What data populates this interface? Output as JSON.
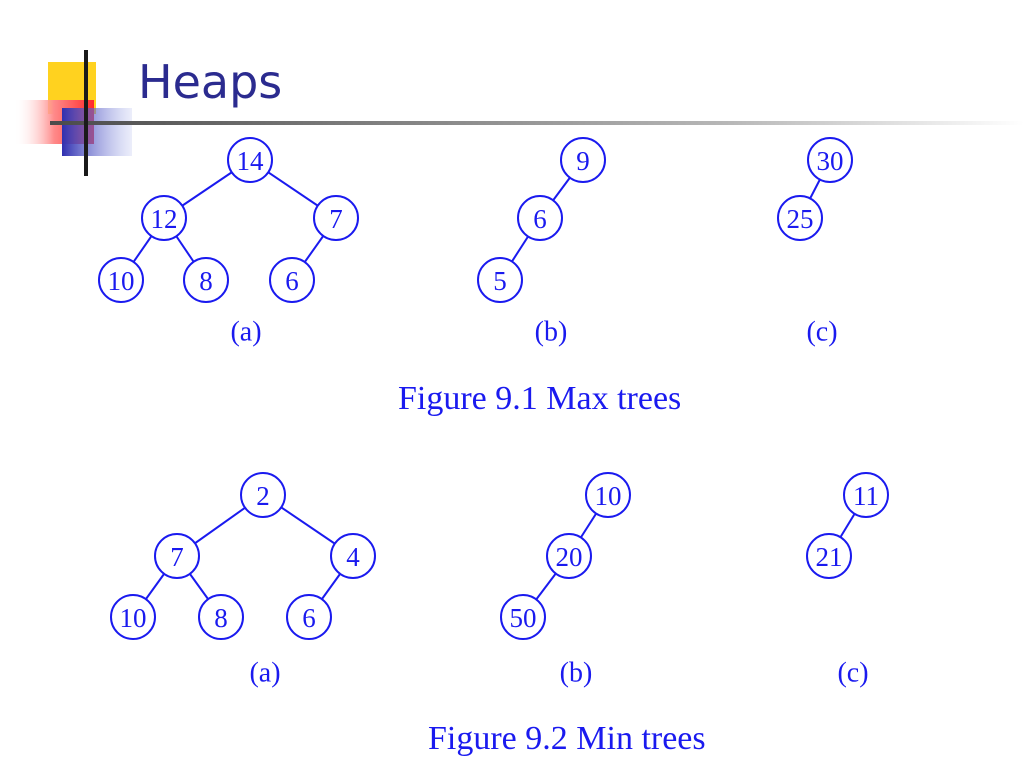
{
  "slide": {
    "title": "Heaps"
  },
  "figures": [
    {
      "id": "max",
      "caption": "Figure 9.1 Max trees",
      "trees": [
        {
          "label": "(a)",
          "nodes": [
            {
              "id": "a14",
              "value": "14"
            },
            {
              "id": "a12",
              "value": "12"
            },
            {
              "id": "a7",
              "value": "7"
            },
            {
              "id": "a10",
              "value": "10"
            },
            {
              "id": "a8",
              "value": "8"
            },
            {
              "id": "a6",
              "value": "6"
            }
          ],
          "edges": [
            [
              "a14",
              "a12"
            ],
            [
              "a14",
              "a7"
            ],
            [
              "a12",
              "a10"
            ],
            [
              "a12",
              "a8"
            ],
            [
              "a7",
              "a6"
            ]
          ]
        },
        {
          "label": "(b)",
          "nodes": [
            {
              "id": "b9",
              "value": "9"
            },
            {
              "id": "b6",
              "value": "6"
            },
            {
              "id": "b5",
              "value": "5"
            }
          ],
          "edges": [
            [
              "b9",
              "b6"
            ],
            [
              "b6",
              "b5"
            ]
          ]
        },
        {
          "label": "(c)",
          "nodes": [
            {
              "id": "c30",
              "value": "30"
            },
            {
              "id": "c25",
              "value": "25"
            }
          ],
          "edges": [
            [
              "c30",
              "c25"
            ]
          ]
        }
      ]
    },
    {
      "id": "min",
      "caption": "Figure 9.2 Min trees",
      "trees": [
        {
          "label": "(a)",
          "nodes": [
            {
              "id": "m2",
              "value": "2"
            },
            {
              "id": "m7",
              "value": "7"
            },
            {
              "id": "m4",
              "value": "4"
            },
            {
              "id": "m10",
              "value": "10"
            },
            {
              "id": "m8",
              "value": "8"
            },
            {
              "id": "m6",
              "value": "6"
            }
          ],
          "edges": [
            [
              "m2",
              "m7"
            ],
            [
              "m2",
              "m4"
            ],
            [
              "m7",
              "m10"
            ],
            [
              "m7",
              "m8"
            ],
            [
              "m4",
              "m6"
            ]
          ]
        },
        {
          "label": "(b)",
          "nodes": [
            {
              "id": "n10",
              "value": "10"
            },
            {
              "id": "n20",
              "value": "20"
            },
            {
              "id": "n50",
              "value": "50"
            }
          ],
          "edges": [
            [
              "n10",
              "n20"
            ],
            [
              "n20",
              "n50"
            ]
          ]
        },
        {
          "label": "(c)",
          "nodes": [
            {
              "id": "o11",
              "value": "11"
            },
            {
              "id": "o21",
              "value": "21"
            }
          ],
          "edges": [
            [
              "o11",
              "o21"
            ]
          ]
        }
      ]
    }
  ]
}
